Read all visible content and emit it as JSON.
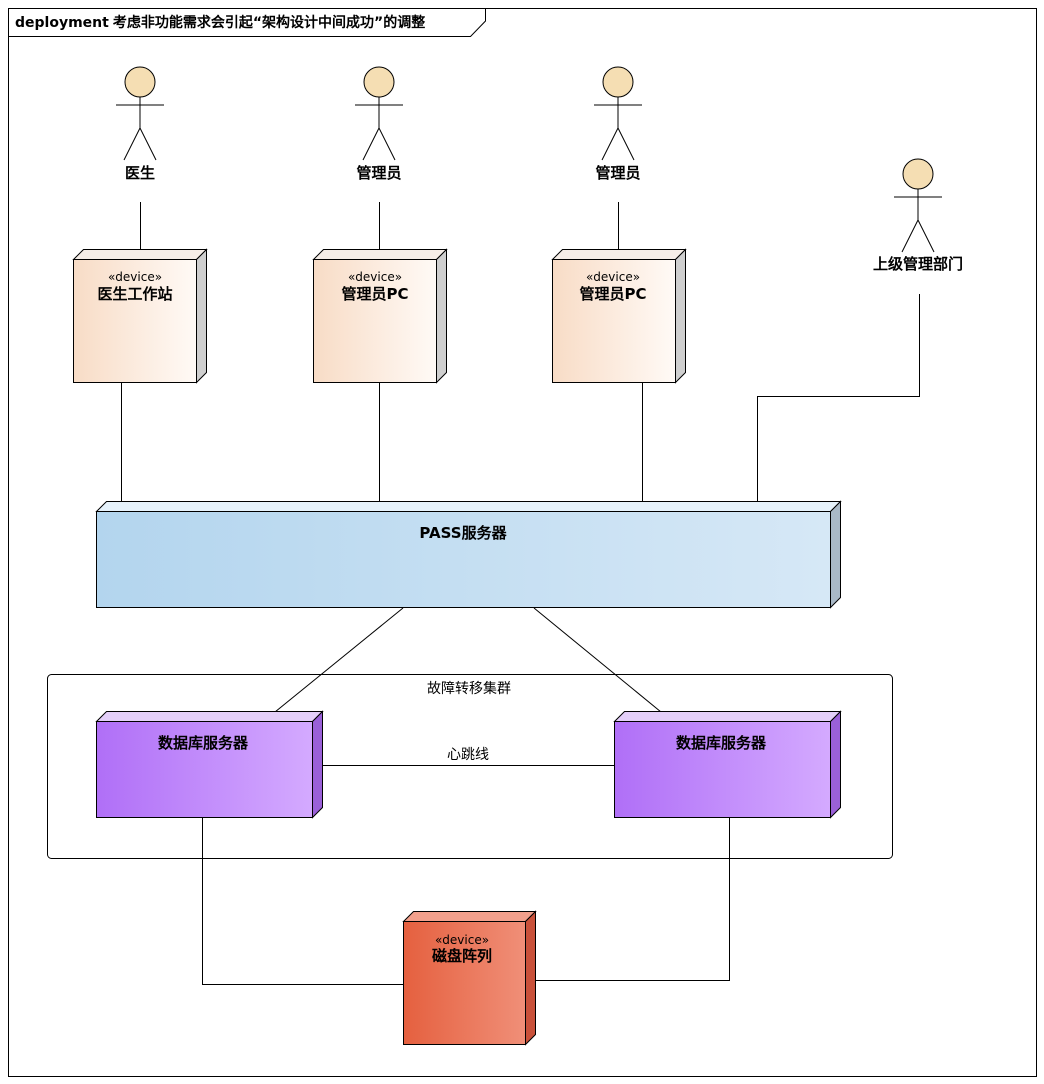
{
  "diagram": {
    "type": "deployment",
    "frame_keyword": "deployment",
    "title": "考虑非功能需求会引起“架构设计中间成功”的调整"
  },
  "actors": [
    {
      "id": "actor-doctor",
      "label": "医生"
    },
    {
      "id": "actor-admin-1",
      "label": "管理员"
    },
    {
      "id": "actor-admin-2",
      "label": "管理员"
    },
    {
      "id": "actor-superior",
      "label": "上级管理部门"
    }
  ],
  "devices": [
    {
      "id": "device-doctor-workstation",
      "stereotype": "«device»",
      "label": "医生工作站"
    },
    {
      "id": "device-admin-pc-1",
      "stereotype": "«device»",
      "label": "管理员PC"
    },
    {
      "id": "device-admin-pc-2",
      "stereotype": "«device»",
      "label": "管理员PC"
    },
    {
      "id": "device-disk-array",
      "stereotype": "«device»",
      "label": "磁盘阵列"
    }
  ],
  "nodes": [
    {
      "id": "node-pass-server",
      "label": "PASS服务器"
    },
    {
      "id": "node-db-server-1",
      "label": "数据库服务器"
    },
    {
      "id": "node-db-server-2",
      "label": "数据库服务器"
    }
  ],
  "cluster": {
    "label": "故障转移集群"
  },
  "links": [
    {
      "id": "heartbeat",
      "label": "心跳线"
    }
  ],
  "colors": {
    "actor_fill": "#f5deb3",
    "device_light": "#fbe6d6",
    "server_blue": "#b6d6ee",
    "db_purple": "#b67cf8",
    "disk_orange": "#e8664a"
  }
}
